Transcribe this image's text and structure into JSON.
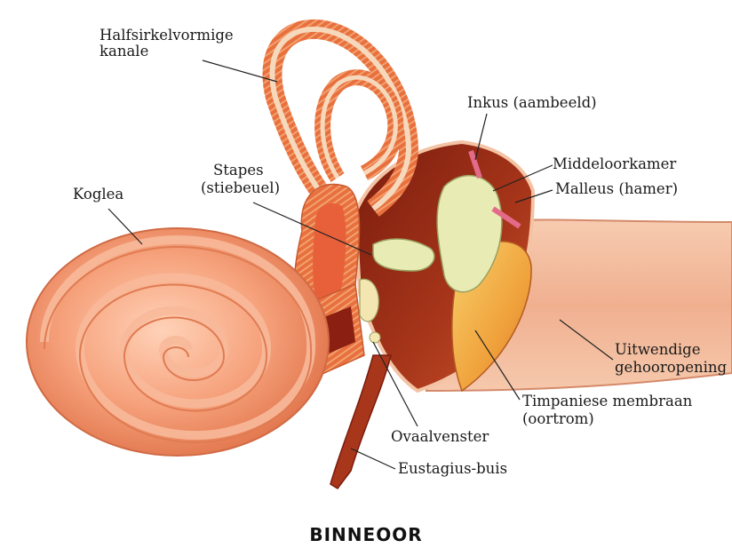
{
  "labels": {
    "semicircular": [
      "Halfsirkelvormige",
      "kanale"
    ],
    "koglea": "Koglea",
    "stapes": [
      "Stapes",
      "(stiebeuel)"
    ],
    "inkus": "Inkus (aambeeld)",
    "middle_ear": "Middeloorkamer",
    "malleus": "Malleus (hamer)",
    "external_canal": [
      "Uitwendige",
      "gehooropening"
    ],
    "tympanic": [
      "Timpaniese membraan",
      "(oortrom)"
    ],
    "oval_window": "Ovaalvenster",
    "eustachian": "Eustagius-buis"
  },
  "title": "BINNEOOR"
}
